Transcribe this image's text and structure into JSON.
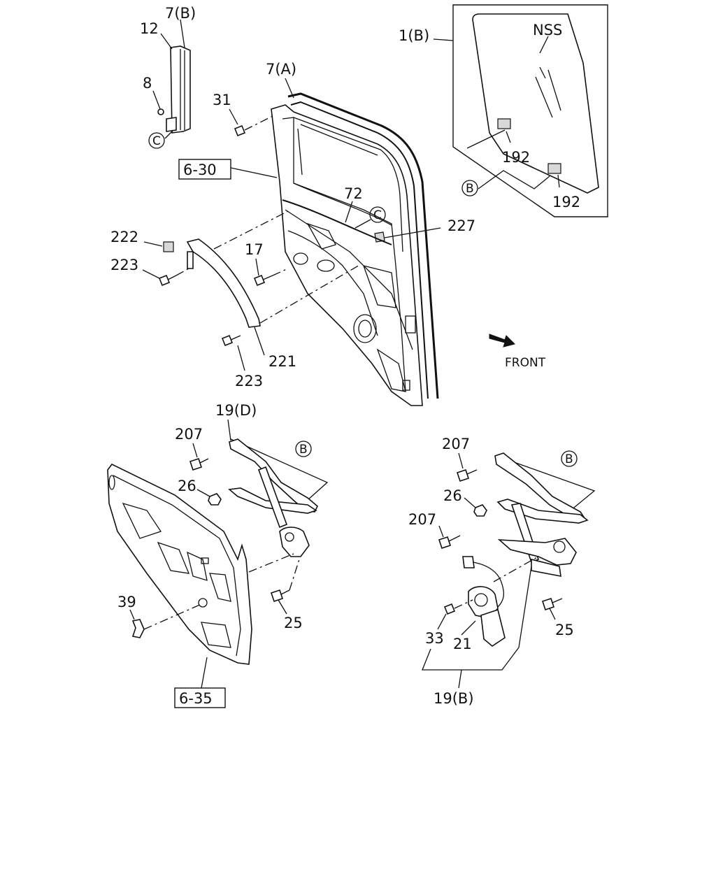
{
  "callouts": {
    "c_12": "12",
    "c_7b": "7(B)",
    "c_8": "8",
    "c_c_top": "C",
    "c_1b": "1(B)",
    "c_nss": "NSS",
    "c_192a": "192",
    "c_b_glass": "B",
    "c_192b": "192",
    "c_7a": "7(A)",
    "c_31": "31",
    "c_630": "6-30",
    "c_72": "72",
    "c_c_mid": "C",
    "c_227": "227",
    "c_222": "222",
    "c_223a": "223",
    "c_17": "17",
    "c_221": "221",
    "c_223b": "223",
    "c_front": "FRONT",
    "c_19d": "19(D)",
    "c_207a": "207",
    "c_b_left": "B",
    "c_26a": "26",
    "c_39": "39",
    "c_25a": "25",
    "c_635": "6-35",
    "c_207b": "207",
    "c_b_right": "B",
    "c_26b": "26",
    "c_207c": "207",
    "c_33": "33",
    "c_21": "21",
    "c_25b": "25",
    "c_19b": "19(B)"
  },
  "icons": {
    "front_arrow": "front-direction-arrow-icon"
  },
  "colors": {
    "line": "#111111",
    "background": "#ffffff"
  }
}
